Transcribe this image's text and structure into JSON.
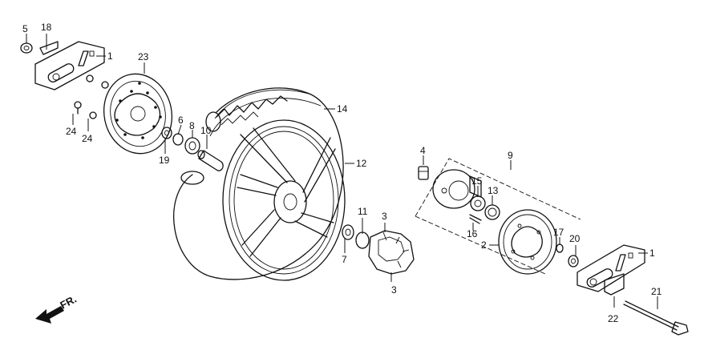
{
  "diagram": {
    "direction_label": "FR.",
    "callouts": [
      "1",
      "1",
      "2",
      "3",
      "3",
      "4",
      "5",
      "6",
      "7",
      "8",
      "9",
      "10",
      "11",
      "12",
      "13",
      "14",
      "15",
      "16",
      "17",
      "18",
      "19",
      "20",
      "21",
      "22",
      "23",
      "24",
      "24"
    ]
  }
}
